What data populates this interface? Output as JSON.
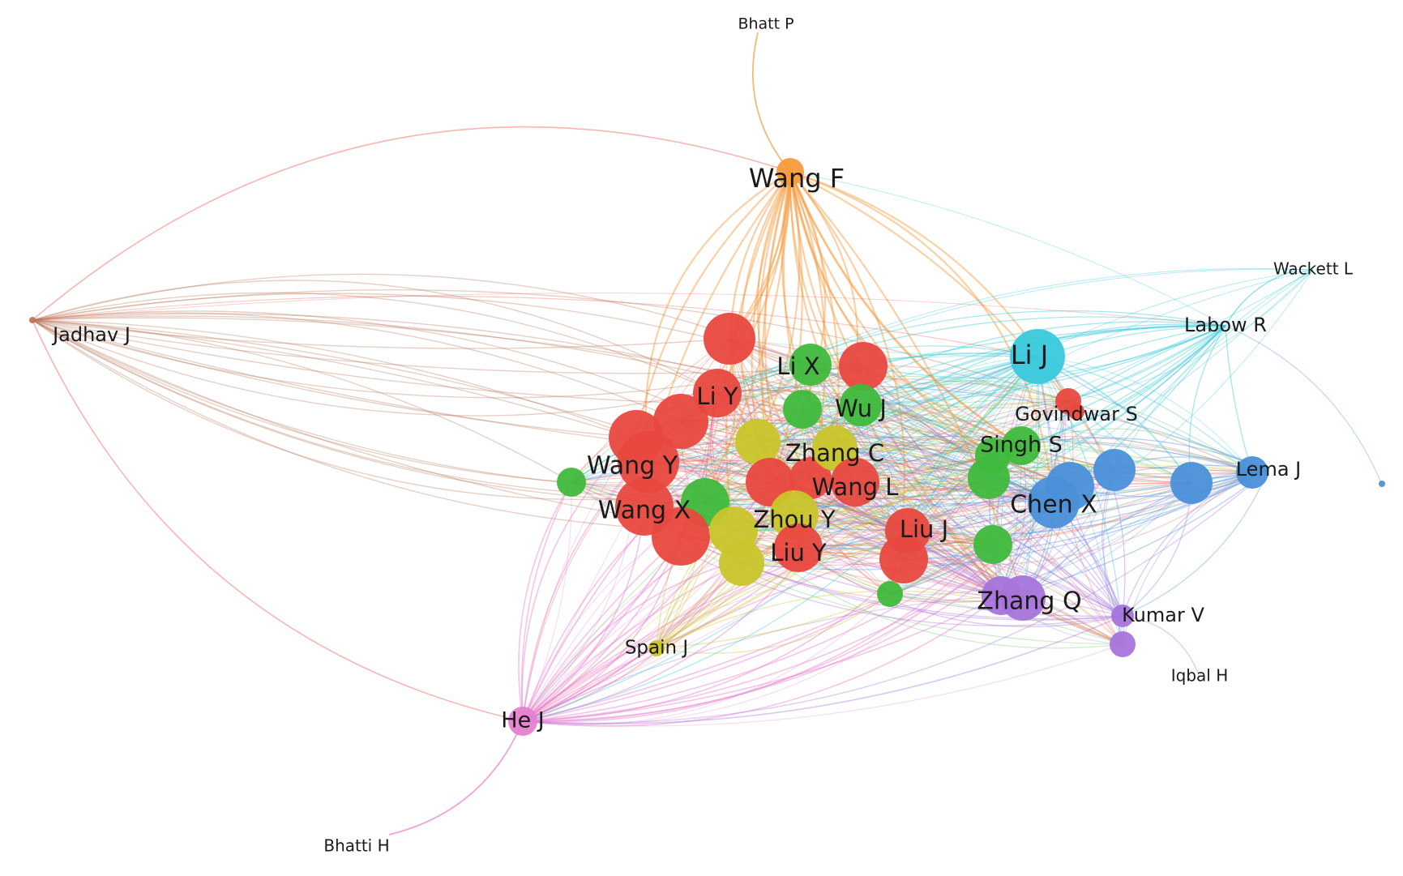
{
  "network": {
    "clusters": {
      "red": "#e8483f",
      "green": "#3fb93c",
      "blue": "#4a90d9",
      "yellow": "#c9c52a",
      "purple": "#a774dc",
      "cyan": "#39c9dc",
      "orange": "#f59a3a",
      "pink": "#e67fcf",
      "brown": "#b8785a"
    },
    "nodes": [
      {
        "id": "Bhatt P",
        "cluster": "orange",
        "weight": 0
      },
      {
        "id": "Wang F",
        "cluster": "orange",
        "weight": 3
      },
      {
        "id": "Wackett L",
        "cluster": "cyan",
        "weight": 0
      },
      {
        "id": "Labow R",
        "cluster": "cyan",
        "weight": 1
      },
      {
        "id": "Jadhav J",
        "cluster": "brown",
        "weight": 1
      },
      {
        "id": "Li J",
        "cluster": "cyan",
        "weight": 4
      },
      {
        "id": "Li X",
        "cluster": "green",
        "weight": 3
      },
      {
        "id": "Li Y",
        "cluster": "red",
        "weight": 4
      },
      {
        "id": "Wu J",
        "cluster": "green",
        "weight": 3
      },
      {
        "id": "Govindwar S",
        "cluster": "red",
        "weight": 1
      },
      {
        "id": "Zhang C",
        "cluster": "yellow",
        "weight": 4
      },
      {
        "id": "Singh S",
        "cluster": "green",
        "weight": 3
      },
      {
        "id": "Wang Y",
        "cluster": "red",
        "weight": 5
      },
      {
        "id": "Lema J",
        "cluster": "blue",
        "weight": 1
      },
      {
        "id": "Wang L",
        "cluster": "red",
        "weight": 4
      },
      {
        "id": "Chen X",
        "cluster": "blue",
        "weight": 4
      },
      {
        "id": "Wang X",
        "cluster": "red",
        "weight": 5
      },
      {
        "id": "Zhou Y",
        "cluster": "yellow",
        "weight": 4
      },
      {
        "id": "Liu J",
        "cluster": "red",
        "weight": 3
      },
      {
        "id": "Liu Y",
        "cluster": "red",
        "weight": 4
      },
      {
        "id": "Zhang Q",
        "cluster": "purple",
        "weight": 3
      },
      {
        "id": "Kumar V",
        "cluster": "purple",
        "weight": 2
      },
      {
        "id": "Spain J",
        "cluster": "yellow",
        "weight": 1
      },
      {
        "id": "Iqbal H",
        "cluster": "purple",
        "weight": 0
      },
      {
        "id": "He J",
        "cluster": "pink",
        "weight": 2
      },
      {
        "id": "Bhatti H",
        "cluster": "pink",
        "weight": 0
      }
    ]
  }
}
